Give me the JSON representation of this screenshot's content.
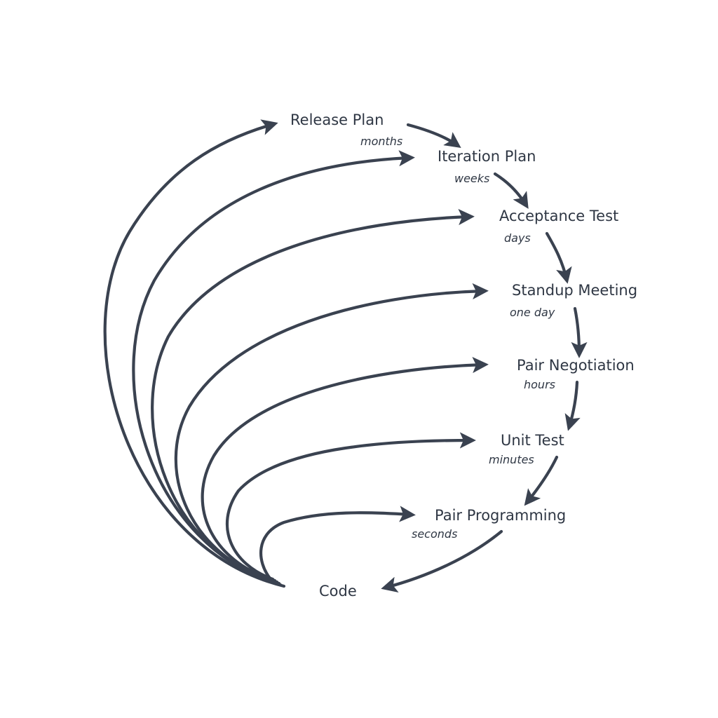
{
  "diagram": {
    "nodes": [
      {
        "id": "release-plan",
        "label": "Release Plan",
        "timescale": "months"
      },
      {
        "id": "iteration-plan",
        "label": "Iteration Plan",
        "timescale": "weeks"
      },
      {
        "id": "acceptance-test",
        "label": "Acceptance Test",
        "timescale": "days"
      },
      {
        "id": "standup-meeting",
        "label": "Standup Meeting",
        "timescale": "one day"
      },
      {
        "id": "pair-negotiation",
        "label": "Pair Negotiation",
        "timescale": "hours"
      },
      {
        "id": "unit-test",
        "label": "Unit Test",
        "timescale": "minutes"
      },
      {
        "id": "pair-programming",
        "label": "Pair Programming",
        "timescale": "seconds"
      },
      {
        "id": "code",
        "label": "Code",
        "timescale": ""
      }
    ],
    "edges": [
      {
        "from": "release-plan",
        "to": "iteration-plan"
      },
      {
        "from": "iteration-plan",
        "to": "acceptance-test"
      },
      {
        "from": "acceptance-test",
        "to": "standup-meeting"
      },
      {
        "from": "standup-meeting",
        "to": "pair-negotiation"
      },
      {
        "from": "pair-negotiation",
        "to": "unit-test"
      },
      {
        "from": "unit-test",
        "to": "pair-programming"
      },
      {
        "from": "pair-programming",
        "to": "code"
      },
      {
        "from": "code",
        "to": "release-plan"
      },
      {
        "from": "code",
        "to": "iteration-plan"
      },
      {
        "from": "code",
        "to": "acceptance-test"
      },
      {
        "from": "code",
        "to": "standup-meeting"
      },
      {
        "from": "code",
        "to": "pair-negotiation"
      },
      {
        "from": "code",
        "to": "unit-test"
      },
      {
        "from": "code",
        "to": "pair-programming"
      }
    ],
    "colors": {
      "line": "#3a4250",
      "text": "#2f3744",
      "background": "#ffffff"
    }
  }
}
